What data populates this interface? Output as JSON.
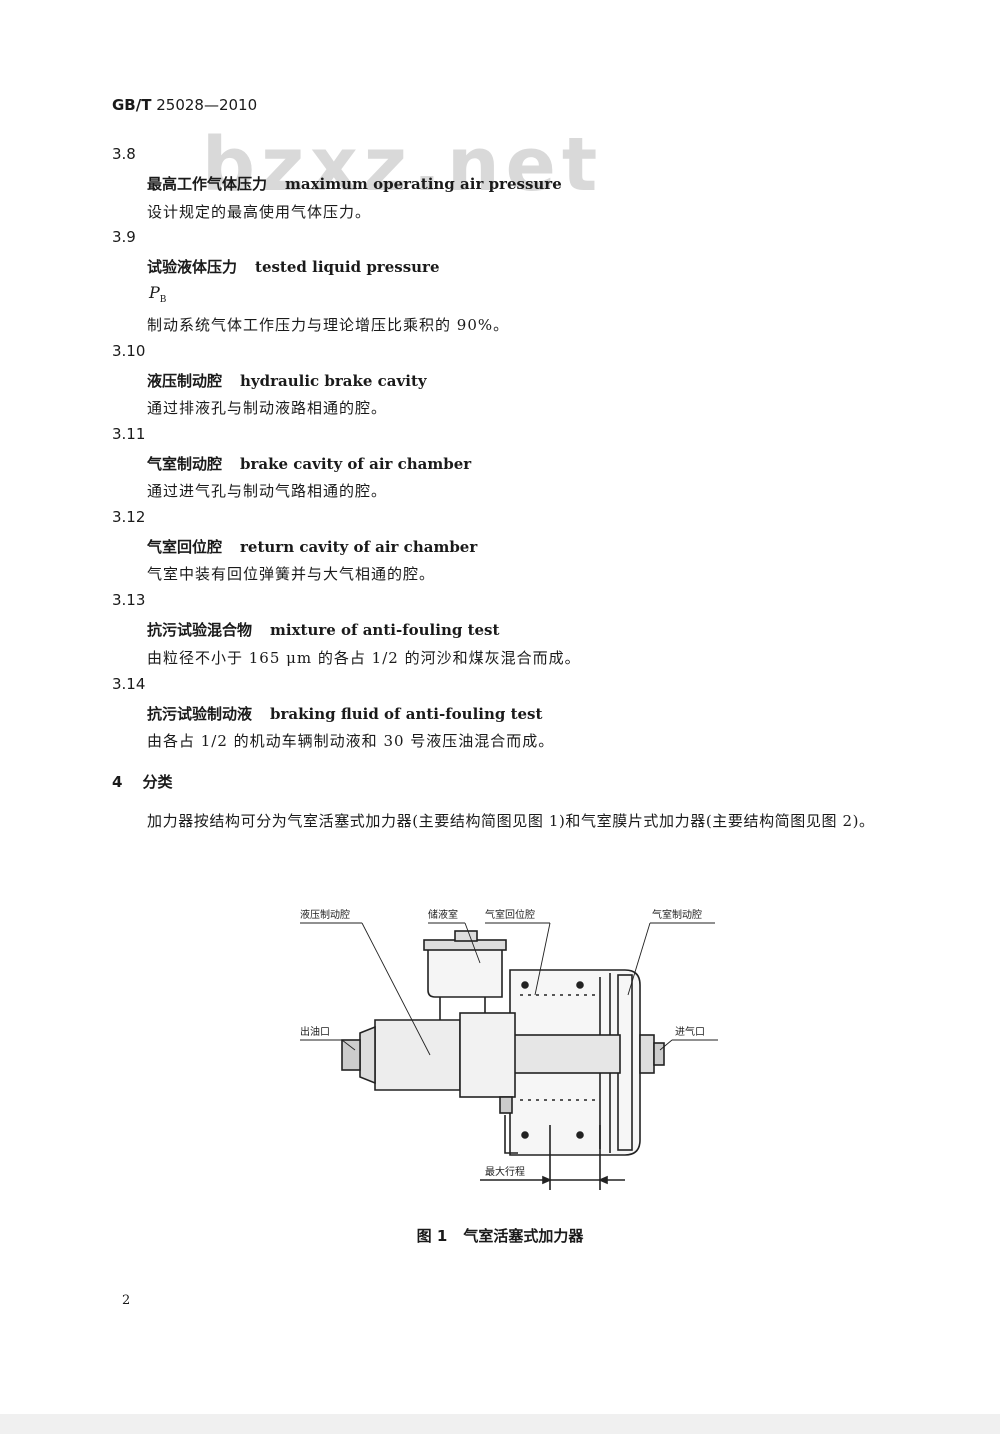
{
  "header": {
    "std_prefix": "GB/T",
    "std_number": "25028—2010"
  },
  "watermark": "bzxz.net",
  "terms": [
    {
      "num": "3.8",
      "zh": "最高工作气体压力",
      "en": "maximum operating air pressure",
      "def": "设计规定的最高使用气体压力。"
    },
    {
      "num": "3.9",
      "zh": "试验液体压力",
      "en": "tested liquid pressure",
      "symbol": "P",
      "symbol_sub": "B",
      "def": "制动系统气体工作压力与理论增压比乘积的 90%。"
    },
    {
      "num": "3.10",
      "zh": "液压制动腔",
      "en": "hydraulic brake cavity",
      "def": "通过排液孔与制动液路相通的腔。"
    },
    {
      "num": "3.11",
      "zh": "气室制动腔",
      "en": "brake cavity of air chamber",
      "def": "通过进气孔与制动气路相通的腔。"
    },
    {
      "num": "3.12",
      "zh": "气室回位腔",
      "en": "return cavity of air chamber",
      "def": "气室中装有回位弹簧并与大气相通的腔。"
    },
    {
      "num": "3.13",
      "zh": "抗污试验混合物",
      "en": "mixture of anti-fouling test",
      "def": "由粒径不小于 165 μm 的各占 1/2 的河沙和煤灰混合而成。"
    },
    {
      "num": "3.14",
      "zh": "抗污试验制动液",
      "en": "braking fluid of anti-fouling test",
      "def": "由各占 1/2 的机动车辆制动液和 30 号液压油混合而成。"
    }
  ],
  "section": {
    "num": "4",
    "title": "分类"
  },
  "paragraph": "加力器按结构可分为气室活塞式加力器(主要结构简图见图 1)和气室膜片式加力器(主要结构简图见图 2)。",
  "figure": {
    "labels": {
      "hydraulic_cavity": "液压制动腔",
      "reservoir": "储液室",
      "return_cavity": "气室回位腔",
      "brake_cavity": "气室制动腔",
      "oil_outlet": "出油口",
      "air_inlet": "进气口",
      "max_stroke": "最大行程"
    },
    "caption_num": "图 1",
    "caption_title": "气室活塞式加力器"
  },
  "page_number": "2"
}
